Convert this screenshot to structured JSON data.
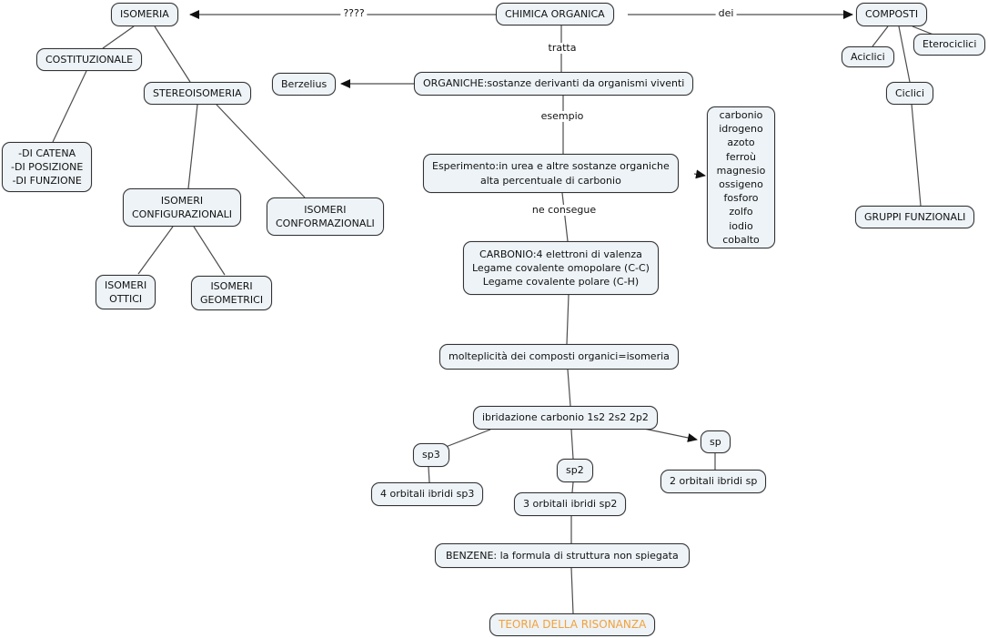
{
  "diagram": {
    "kind": "concept-map",
    "topic": "CHIMICA ORGANICA"
  },
  "colors": {
    "background": "#ffffff",
    "node_fill": "#edf3f7",
    "node_border": "#333333",
    "line": "#4d4d4d",
    "arrow": "#111111",
    "text": "#111111",
    "highlight_text": "#f2a13a"
  },
  "nodes": {
    "isomeria": {
      "text": "ISOMERIA"
    },
    "chimica_organica": {
      "text": "CHIMICA ORGANICA"
    },
    "composti": {
      "text": "COMPOSTI"
    },
    "aciclici": {
      "text": "Aciclici"
    },
    "eterociclici": {
      "text": "Eterociclici"
    },
    "ciclici": {
      "text": "Ciclici"
    },
    "costituzionale": {
      "text": "COSTITUZIONALE"
    },
    "stereoisomeria": {
      "text": "STEREOISOMERIA"
    },
    "berzelius": {
      "text": "Berzelius"
    },
    "organiche": {
      "text": "ORGANICHE:sostanze derivanti da organismi viventi"
    },
    "di_catena": {
      "text": "-DI CATENA\n-DI POSIZIONE\n-DI FUNZIONE"
    },
    "isomeri_configurazionali": {
      "text": "ISOMERI\nCONFIGURAZIONALI"
    },
    "isomeri_conformazionali": {
      "text": "ISOMERI\nCONFORMAZIONALI"
    },
    "isomeri_ottici": {
      "text": "ISOMERI\nOTTICI"
    },
    "isomeri_geometrici": {
      "text": "ISOMERI\nGEOMETRICI"
    },
    "elementi": {
      "text": "carbonio\nidrogeno\nazoto\nferroù\nmagnesio\nossigeno\nfosforo\nzolfo\niodio\ncobalto"
    },
    "esperimento": {
      "text": "Esperimento:in urea e altre sostanze organiche\nalta percentuale di carbonio"
    },
    "carbonio": {
      "text": "CARBONIO:4 elettroni di valenza\nLegame covalente omopolare (C-C)\nLegame covalente polare (C-H)"
    },
    "molteplicita": {
      "text": "molteplicità dei composti organici=isomeria"
    },
    "ibridazione": {
      "text": "ibridazione carbonio 1s2 2s2 2p2"
    },
    "sp3": {
      "text": "sp3"
    },
    "sp2": {
      "text": "sp2"
    },
    "sp": {
      "text": "sp"
    },
    "orbitali_sp3": {
      "text": "4 orbitali ibridi sp3"
    },
    "orbitali_sp2": {
      "text": "3 orbitali ibridi sp2"
    },
    "orbitali_sp": {
      "text": "2 orbitali ibridi sp"
    },
    "benzene": {
      "text": "BENZENE: la formula di struttura non spiegata"
    },
    "teoria_risonanza": {
      "text": "TEORIA DELLA RISONANZA"
    },
    "gruppi_funzionali": {
      "text": "GRUPPI FUNZIONALI"
    }
  },
  "edge_labels": {
    "question": {
      "text": "????"
    },
    "dei": {
      "text": "dei"
    },
    "tratta": {
      "text": "tratta"
    },
    "esempio": {
      "text": "esempio"
    },
    "ne_consegue": {
      "text": "ne consegue"
    }
  }
}
